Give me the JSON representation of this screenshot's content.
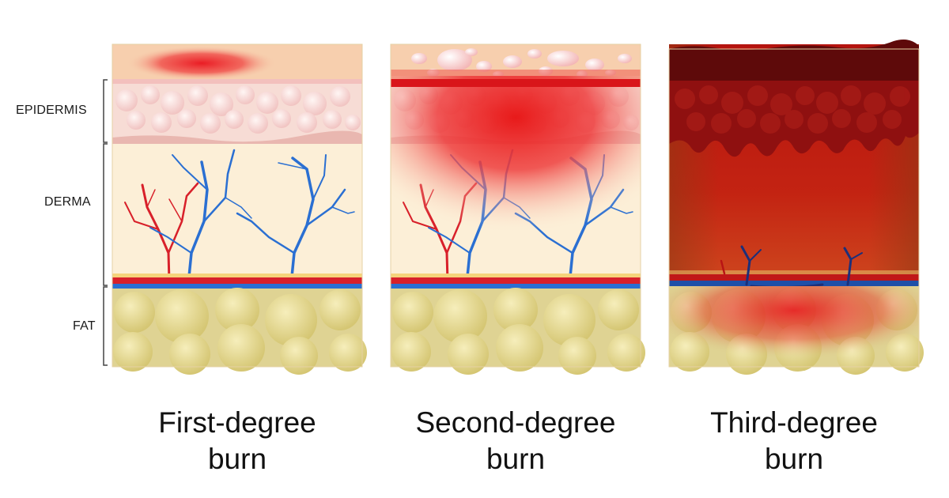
{
  "layers": {
    "epidermis": "EPIDERMIS",
    "derma": "DERMA",
    "fat": "FAT"
  },
  "panels": [
    {
      "line1": "First-degree",
      "line2": "burn"
    },
    {
      "line1": "Second-degree",
      "line2": "burn"
    },
    {
      "line1": "Third-degree",
      "line2": "burn"
    }
  ],
  "colors": {
    "surface": "#f7cfae",
    "epidermis": "#f7dcd5",
    "derma": "#fcefd7",
    "fat": "#e0d596",
    "burn_red": "#ea1c24",
    "eschar": "#5e0a0a",
    "artery": "#d8202a",
    "vein": "#2a6fd2"
  }
}
